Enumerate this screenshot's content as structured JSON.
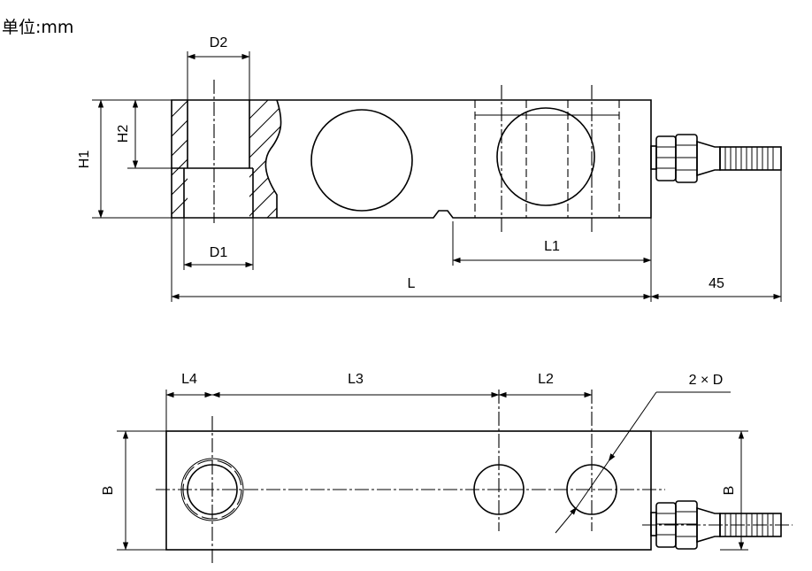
{
  "drawing": {
    "unit_label": "单位:mm",
    "dimensions": {
      "d2": "D2",
      "d1": "D1",
      "h1": "H1",
      "h2": "H2",
      "l": "L",
      "l1": "L1",
      "cable_length": "45",
      "l2": "L2",
      "l3": "L3",
      "l4": "L4",
      "b_left": "B",
      "b_right": "B",
      "holes": "2 × D"
    },
    "icons": [
      "load-cell-side-view",
      "load-cell-top-view",
      "cable-connector-icon"
    ]
  }
}
